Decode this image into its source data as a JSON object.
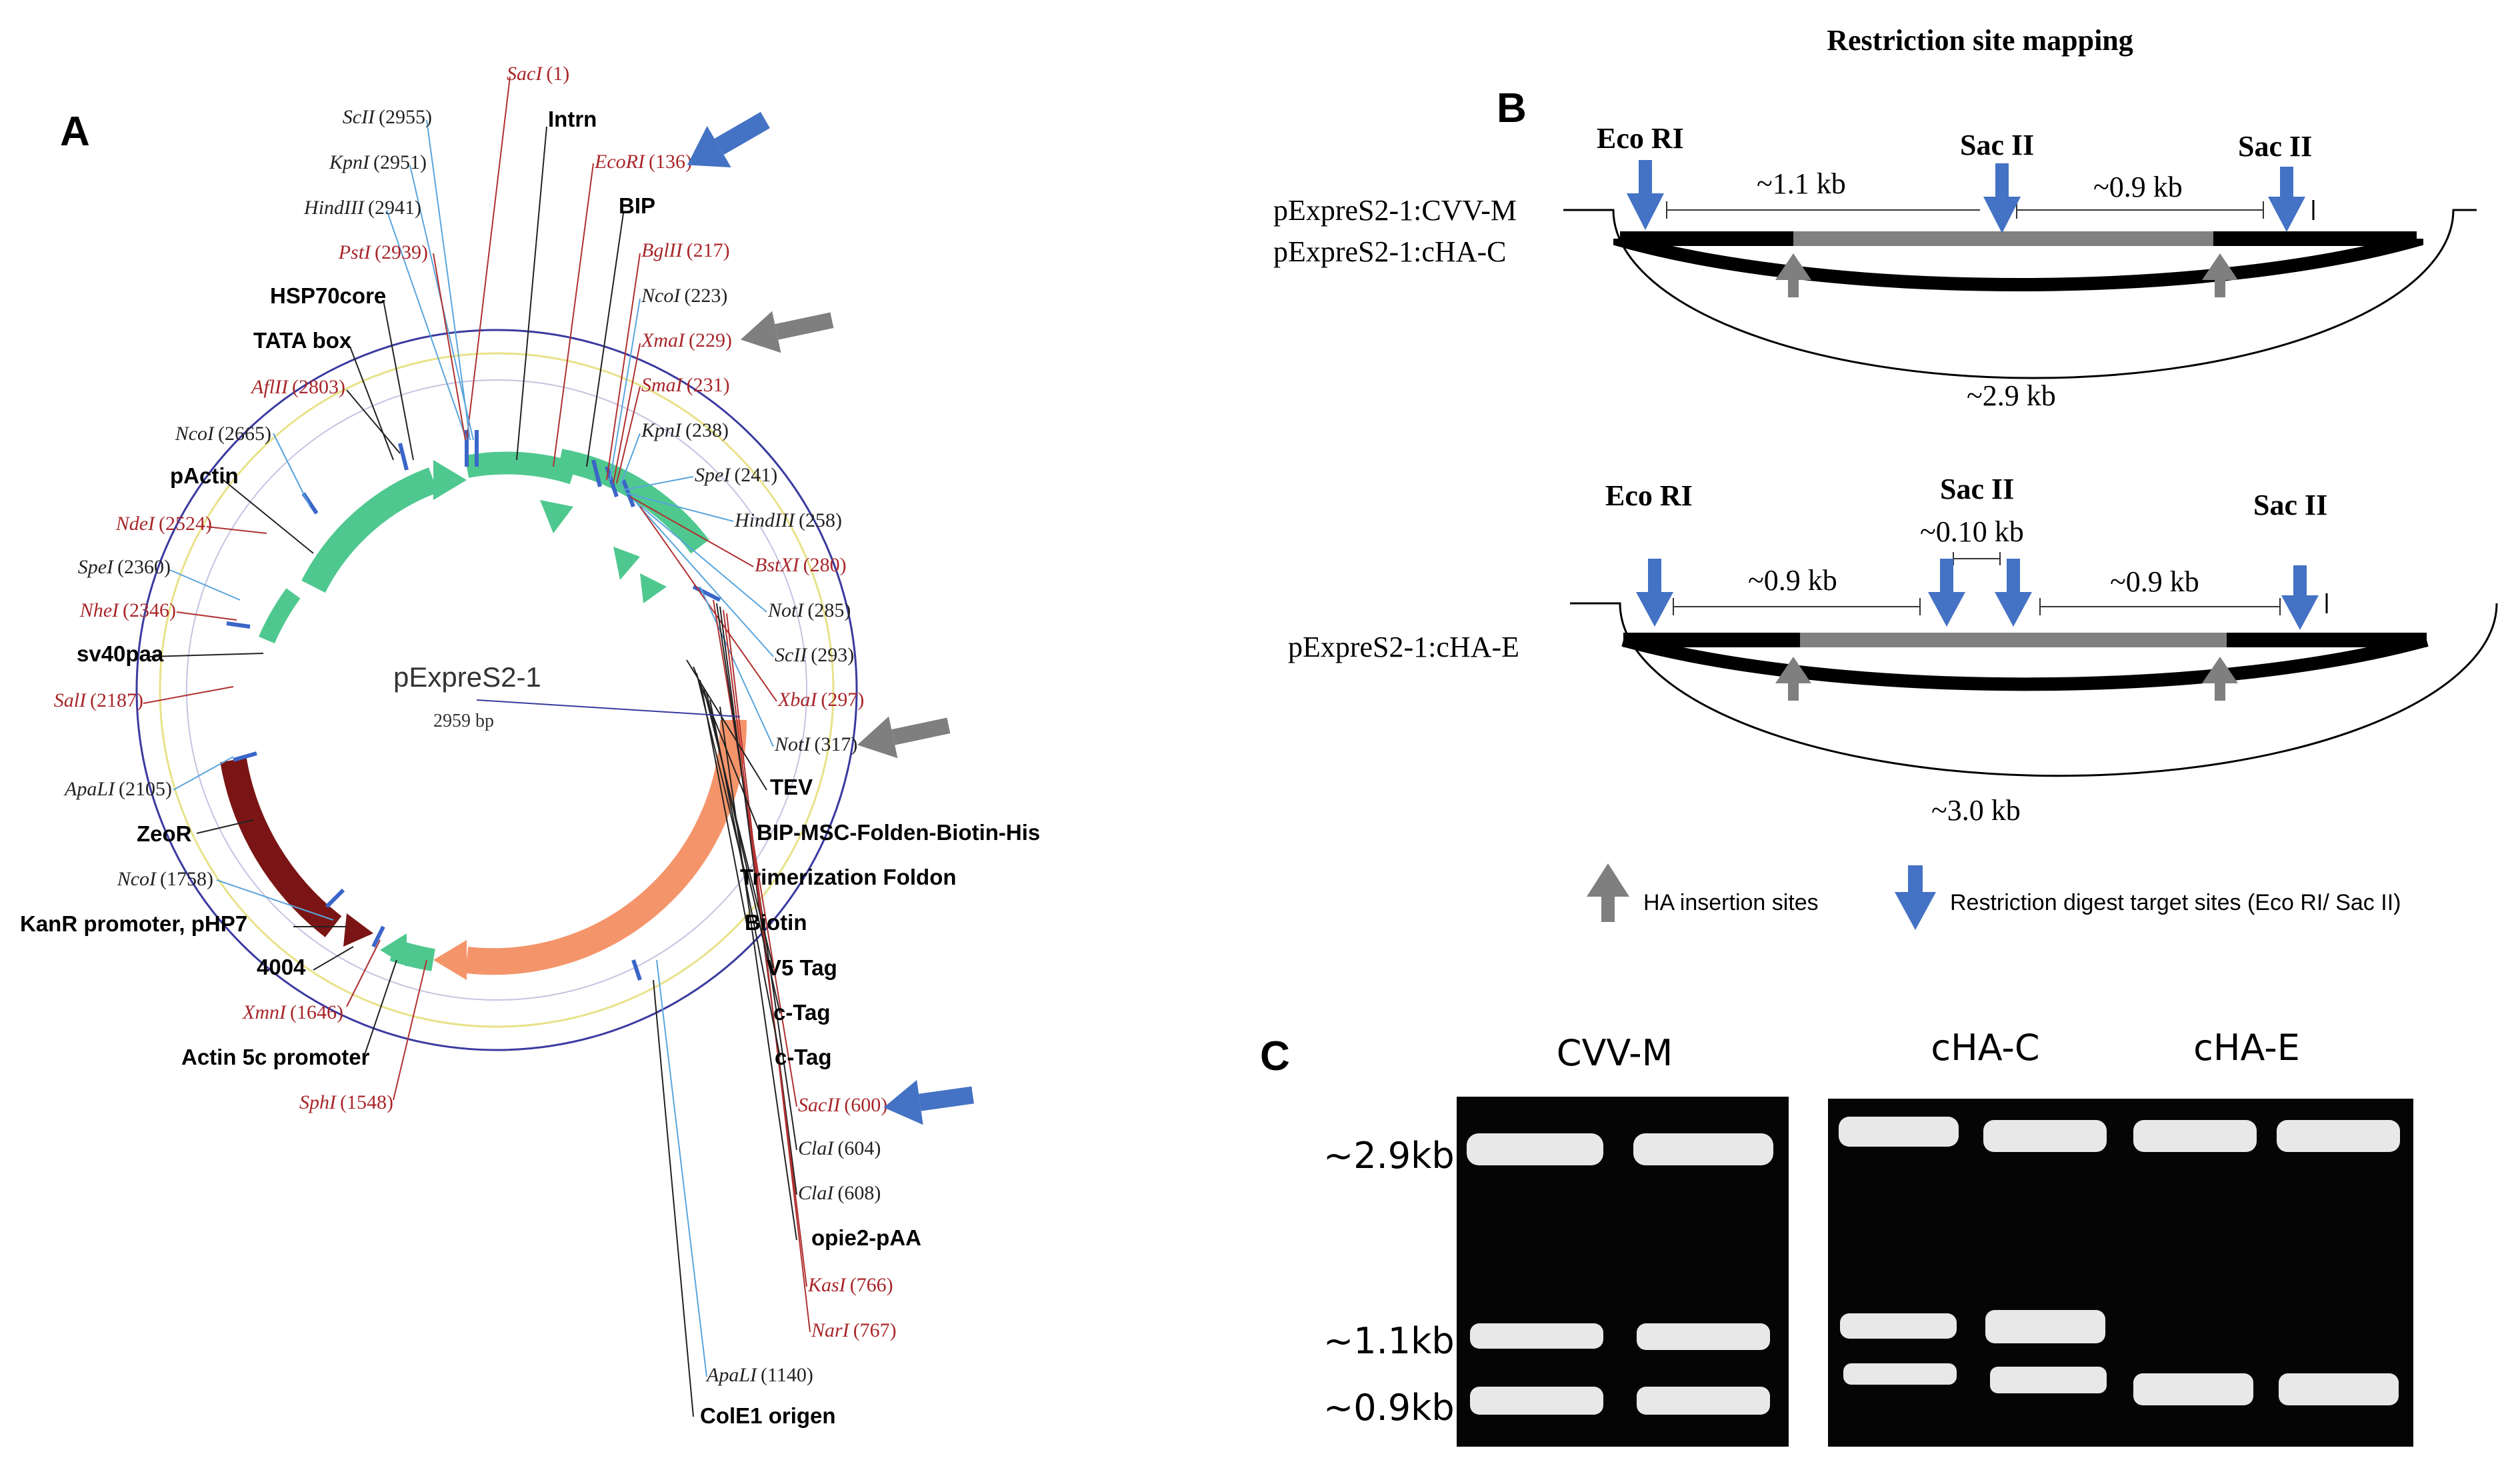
{
  "panels": {
    "a": {
      "letter": "A",
      "plasmid": {
        "name": "pExpreS2-1",
        "size": "2959 bp"
      },
      "sites_left": [
        {
          "name": "SacI",
          "pos": "(1)",
          "color": "#a8262a"
        },
        {
          "name": "ScII",
          "pos": "(2955)",
          "color": "#222222"
        },
        {
          "name": "KpnI",
          "pos": "(2951)",
          "color": "#222222"
        },
        {
          "name": "HindIII",
          "pos": "(2941)",
          "color": "#222222"
        },
        {
          "name": "PstI",
          "pos": "(2939)",
          "color": "#a8262a"
        },
        {
          "name": "AflII",
          "pos": "(2803)",
          "color": "#a8262a"
        },
        {
          "name": "NcoI",
          "pos": "(2665)",
          "color": "#222222"
        },
        {
          "name": "NdeI",
          "pos": "(2524)",
          "color": "#a8262a"
        },
        {
          "name": "SpeI",
          "pos": "(2360)",
          "color": "#222222"
        },
        {
          "name": "NheI",
          "pos": "(2346)",
          "color": "#a8262a"
        },
        {
          "name": "SalI",
          "pos": "(2187)",
          "color": "#a8262a"
        },
        {
          "name": "ApaLI",
          "pos": "(2105)",
          "color": "#222222"
        },
        {
          "name": "NcoI",
          "pos": "(1758)",
          "color": "#222222"
        },
        {
          "name": "XmnI",
          "pos": "(1646)",
          "color": "#a8262a"
        },
        {
          "name": "SphI",
          "pos": "(1548)",
          "color": "#a8262a"
        }
      ],
      "sites_right": [
        {
          "name": "EcoRI",
          "pos": "(136)",
          "color": "#a8262a"
        },
        {
          "name": "BglII",
          "pos": "(217)",
          "color": "#a8262a"
        },
        {
          "name": "NcoI",
          "pos": "(223)",
          "color": "#222222"
        },
        {
          "name": "XmaI",
          "pos": "(229)",
          "color": "#a8262a"
        },
        {
          "name": "SmaI",
          "pos": "(231)",
          "color": "#a8262a"
        },
        {
          "name": "KpnI",
          "pos": "(238)",
          "color": "#222222"
        },
        {
          "name": "SpeI",
          "pos": "(241)",
          "color": "#222222"
        },
        {
          "name": "HindIII",
          "pos": "(258)",
          "color": "#222222"
        },
        {
          "name": "BstXI",
          "pos": "(280)",
          "color": "#a8262a"
        },
        {
          "name": "NotI",
          "pos": "(285)",
          "color": "#222222"
        },
        {
          "name": "ScII",
          "pos": "(293)",
          "color": "#222222"
        },
        {
          "name": "XbaI",
          "pos": "(297)",
          "color": "#a8262a"
        },
        {
          "name": "NotI",
          "pos": "(317)",
          "color": "#222222"
        },
        {
          "name": "SacII",
          "pos": "(600)",
          "color": "#a8262a"
        },
        {
          "name": "ClaI",
          "pos": "(604)",
          "color": "#222222"
        },
        {
          "name": "ClaI",
          "pos": "(608)",
          "color": "#222222"
        },
        {
          "name": "KasI",
          "pos": "(766)",
          "color": "#a8262a"
        },
        {
          "name": "NarI",
          "pos": "(767)",
          "color": "#a8262a"
        },
        {
          "name": "ApaLI",
          "pos": "(1140)",
          "color": "#222222"
        }
      ],
      "features": {
        "intrn": "Intrn",
        "bip": "BIP",
        "hsp70core": "HSP70core",
        "tatabox": "TATA box",
        "pactin": "pActin",
        "sv40paa": "sv40paa",
        "zeor": "ZeoR",
        "kanr": "KanR promoter, pHP7",
        "n4004": "4004",
        "actin5c": "Actin 5c promoter",
        "tev": "TEV",
        "bipmsc": "BIP-MSC-Folden-Biotin-His",
        "foldon": "Trimerization Foldon",
        "biotin": "Biotin",
        "v5tag": "V5 Tag",
        "ctag1": "c-Tag",
        "ctag2": "c-Tag",
        "opie2": "opie2-pAA",
        "cole1": "ColE1 origen"
      }
    },
    "b": {
      "letter": "B",
      "title": "Restriction site mapping",
      "map1": {
        "label1": "pExpreS2-1:CVV-M",
        "label2": "pExpreS2-1:cHA-C",
        "site1": "Eco RI",
        "site2": "Sac II",
        "site3": "Sac II",
        "dist1": "~1.1 kb",
        "dist2": "~0.9 kb",
        "total": "~2.9 kb"
      },
      "map2": {
        "label": "pExpreS2-1:cHA-E",
        "site1": "Eco RI",
        "site2": "Sac II",
        "site3": "Sac II",
        "dist1": "~0.9 kb",
        "dist_mid": "~0.10 kb",
        "dist2": "~0.9 kb",
        "total": "~3.0 kb"
      },
      "legend": {
        "ha": "HA insertion sites",
        "restriction": "Restriction digest target sites (Eco RI/ Sac II)"
      }
    },
    "c": {
      "letter": "C",
      "lanes": [
        "CVV-M",
        "cHA-C",
        "cHA-E"
      ],
      "markers": [
        "~2.9kb",
        "~1.1kb",
        "~0.9kb"
      ]
    }
  },
  "colors": {
    "blue_arrow": "#4472c4",
    "gray_arrow": "#7f7f7f",
    "green_feature": "#4fc88f",
    "orange_feature": "#f4946a",
    "maroon_feature": "#7b1515",
    "red_site": "#a8262a"
  }
}
